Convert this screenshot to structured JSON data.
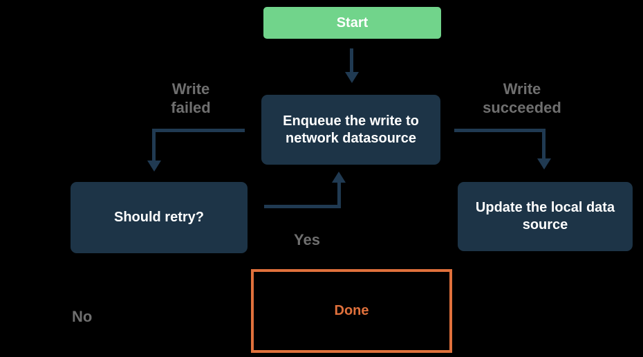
{
  "colors": {
    "background": "#000000",
    "green": "#71D48B",
    "navy": "#1D3447",
    "line": "#203A52",
    "gray": "#6F6F6F",
    "orange": "#E0713C",
    "white": "#FFFFFF"
  },
  "nodes": {
    "start": {
      "label": "Start"
    },
    "enqueue": {
      "label": "Enqueue the write to\nnetwork datasource"
    },
    "should_retry": {
      "label": "Should retry?"
    },
    "update_local": {
      "label": "Update the local data\nsource"
    },
    "done": {
      "label": "Done"
    }
  },
  "edge_labels": {
    "write_failed": "Write\nfailed",
    "write_succeeded": "Write\nsucceeded",
    "yes": "Yes",
    "no": "No"
  }
}
